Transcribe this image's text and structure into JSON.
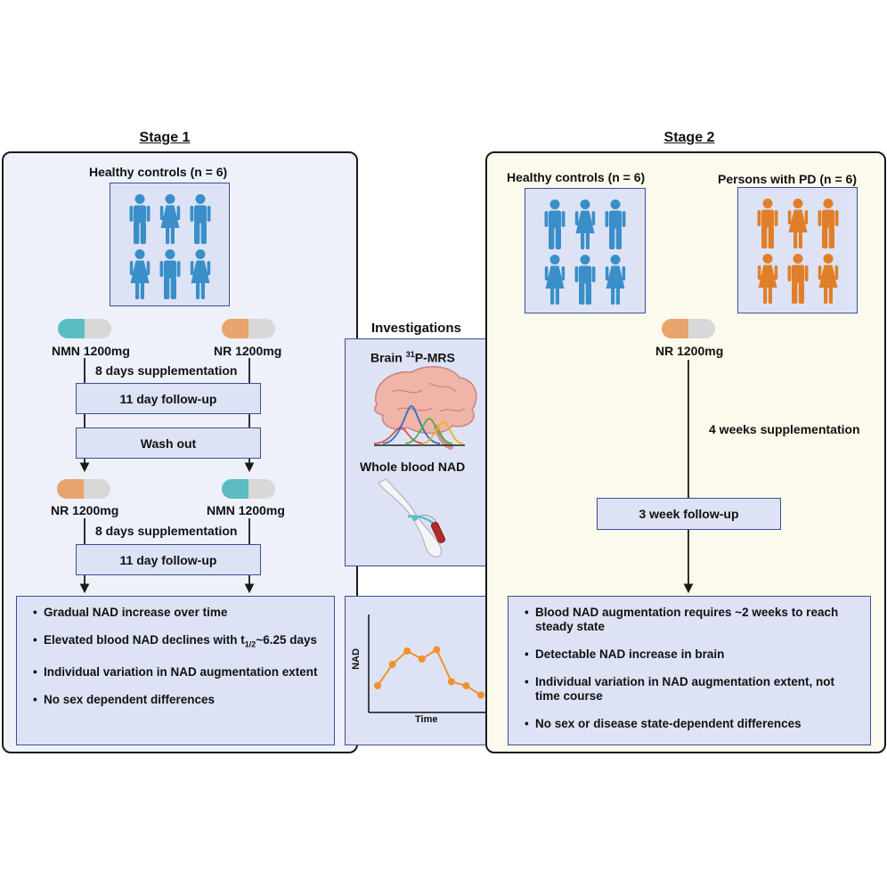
{
  "colors": {
    "box_fill": "#dde3f5",
    "box_border": "#3c4f96",
    "stage1_bg": "#eef1fa",
    "stage2_bg": "#fcfaec",
    "control_person": "#3a8fc9",
    "pd_person": "#e07f2a",
    "pill_teal": "#5bbdc3",
    "pill_orange": "#e9a46d",
    "pill_grey": "#d8d8d8",
    "graph_line": "#f0912c"
  },
  "stage1": {
    "title": "Stage 1",
    "group_label": "Healthy controls (n = 6)",
    "left_arm": {
      "top_pill_label": "NMN 1200mg",
      "bottom_pill_label": "NR 1200mg"
    },
    "right_arm": {
      "top_pill_label": "NR 1200mg",
      "bottom_pill_label": "NMN 1200mg"
    },
    "supplementation_1": "8 days supplementation",
    "followup_1": "11 day follow-up",
    "washout": "Wash out",
    "supplementation_2": "8 days supplementation",
    "followup_2": "11 day follow-up",
    "findings": [
      "Gradual NAD increase over time",
      "Elevated blood NAD declines with ",
      "Individual variation in NAD augmentation extent",
      "No sex dependent differences"
    ],
    "halflife_sym": "t",
    "halflife_sub": "1/2",
    "halflife_rest": "~6.25 days"
  },
  "investigations": {
    "title": "Investigations",
    "brain_prefix": "Brain ",
    "brain_sup": "31",
    "brain_suffix": "P-MRS",
    "blood_label": "Whole blood NAD",
    "graph_ylabel": "NAD",
    "graph_xlabel": "Time",
    "graph_values": [
      2.0,
      3.6,
      4.6,
      4.0,
      4.7,
      2.3,
      2.0,
      1.3
    ]
  },
  "stage2": {
    "title": "Stage 2",
    "group1_label": "Healthy controls (n = 6)",
    "group2_label": "Persons with PD (n = 6)",
    "pill_label": "NR 1200mg",
    "supplementation": "4 weeks supplementation",
    "followup": "3 week follow-up",
    "findings": [
      "Blood NAD augmentation requires ~2 weeks to reach steady state",
      "Detectable NAD increase in brain",
      "Individual variation in NAD augmentation extent, not time course",
      "No sex or disease state-dependent differences"
    ]
  }
}
